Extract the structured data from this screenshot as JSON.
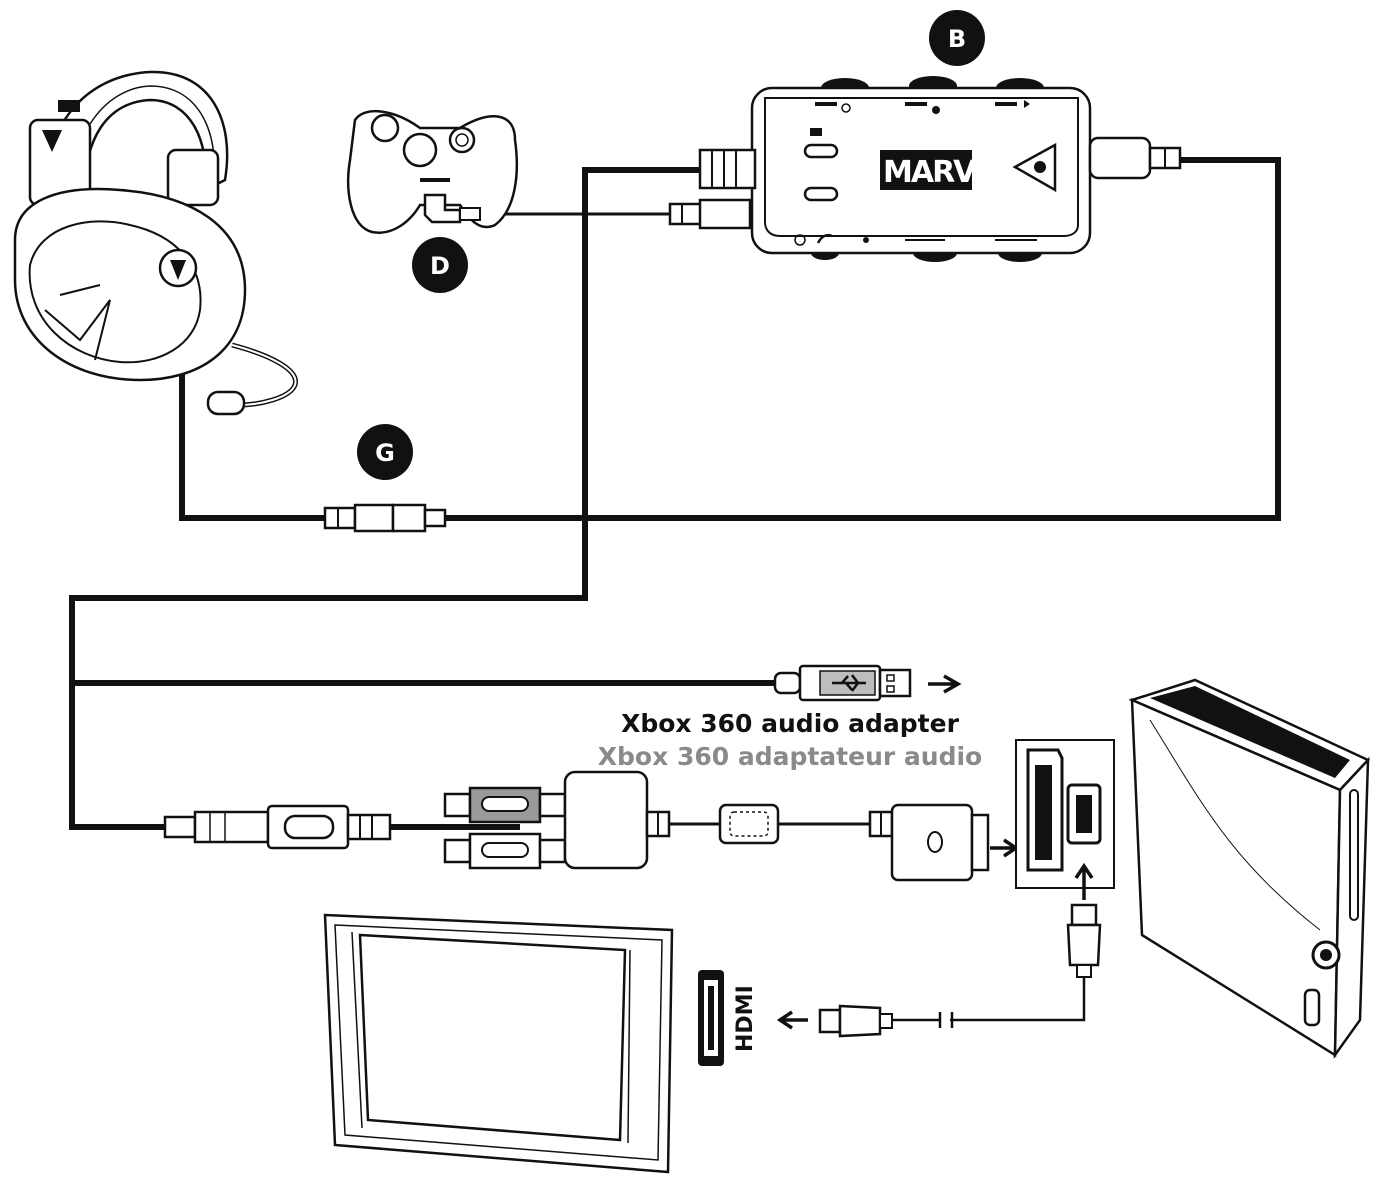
{
  "callouts": {
    "b": "B",
    "d": "D",
    "g": "G"
  },
  "adapter_label": {
    "en": "Xbox 360 audio adapter",
    "fr": "Xbox 360 adaptateur audio"
  },
  "hdmi_label": "HDMI",
  "logo_text": "MARVEL",
  "colors": {
    "line": "#111111",
    "secondary_text": "#8a8a8a",
    "background": "#ffffff"
  },
  "icons": {
    "usb": "usb-icon",
    "arrow": "arrow-right-icon"
  }
}
